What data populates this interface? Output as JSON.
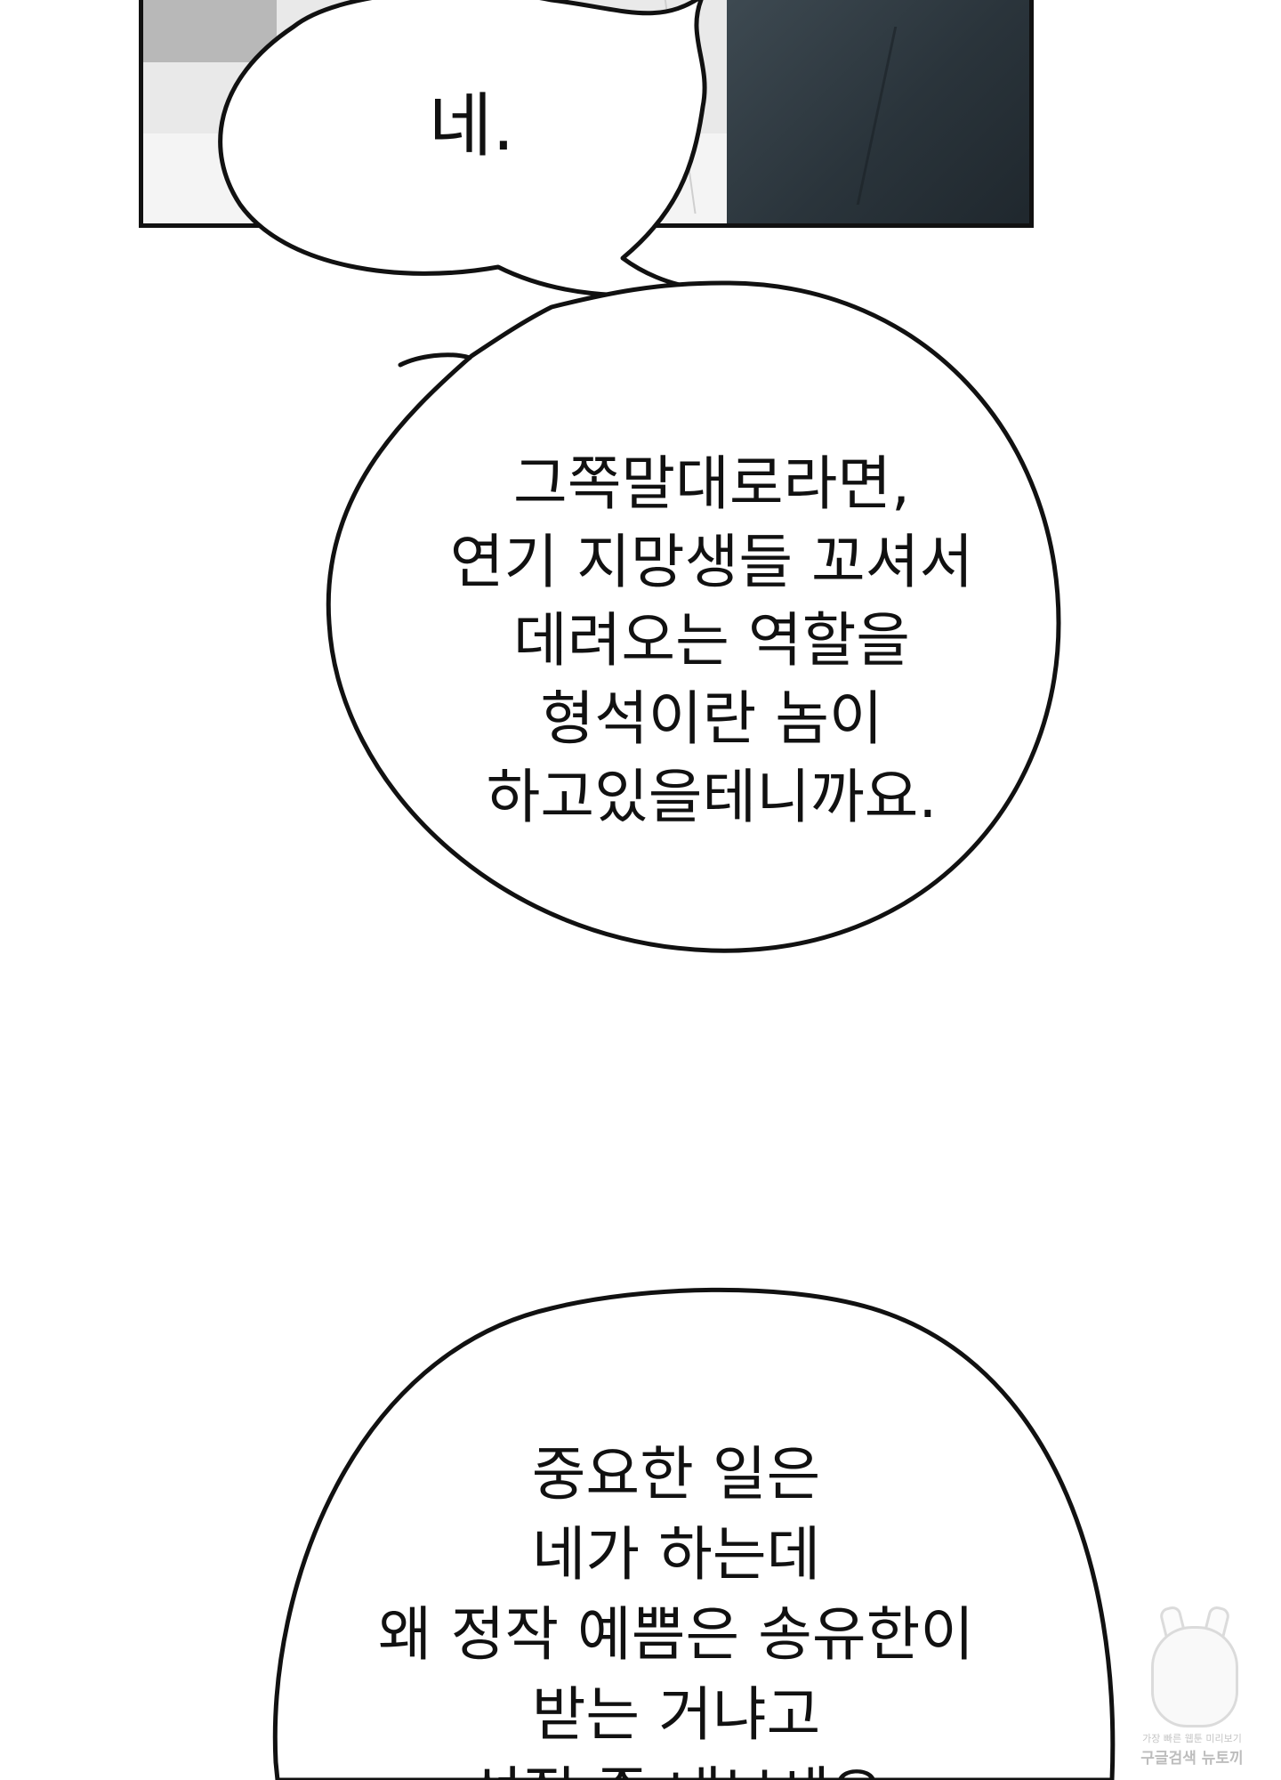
{
  "panel": {
    "description_colors": {
      "ink": "#111111",
      "light_tone": "#e9e9e9",
      "dark_coat": "#2a343b"
    }
  },
  "bubbles": [
    {
      "id": "bubble-1",
      "text": "네."
    },
    {
      "id": "bubble-2",
      "text": "그쪽말대로라면,\n연기 지망생들 꼬셔서\n데려오는 역할을\n형석이란 놈이\n하고있을테니까요."
    },
    {
      "id": "bubble-3",
      "text": "중요한 일은\n네가 하는데\n왜 정작 예쁨은 송유한이\n받는 거냐고\n성질 좀 내보세요"
    }
  ],
  "watermark": {
    "line1": "가장 빠른 웹툰 미리보기",
    "line2": "구글검색 뉴토끼",
    "icon": "bunny-mascot-icon"
  }
}
